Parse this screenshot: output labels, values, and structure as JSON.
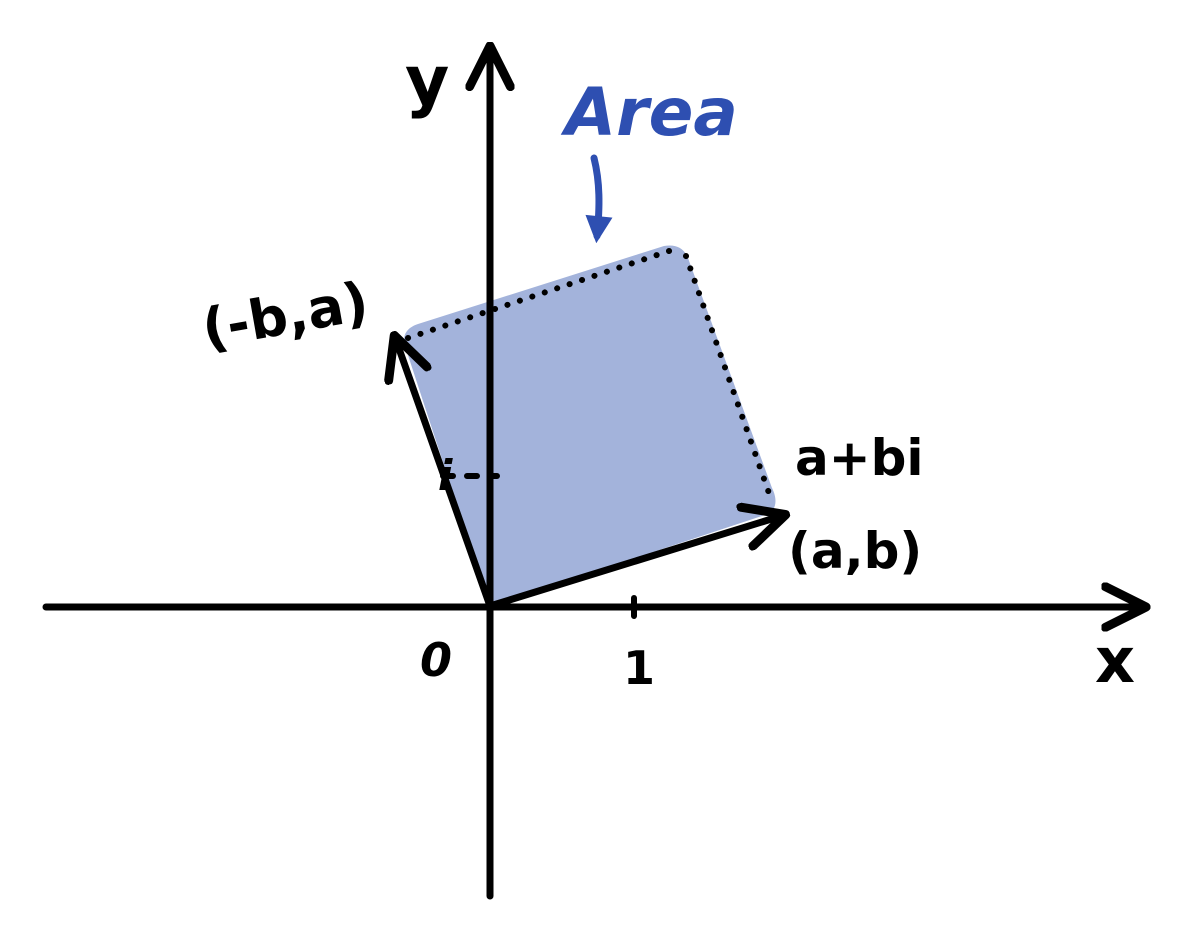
{
  "diagram": {
    "axes": {
      "x_label": "x",
      "y_label": "y"
    },
    "ticks": {
      "origin_label": "0",
      "x_unit_label": "1",
      "y_unit_label": "i"
    },
    "vectors": {
      "primary_label": "a+bi",
      "primary_coords": "(a,b)",
      "rotated_coords": "(-b,a)"
    },
    "region": {
      "label": "Area"
    },
    "colors": {
      "ink": "#000000",
      "area_fill": "#a3b3db",
      "area_label": "#2e4fb1"
    }
  }
}
